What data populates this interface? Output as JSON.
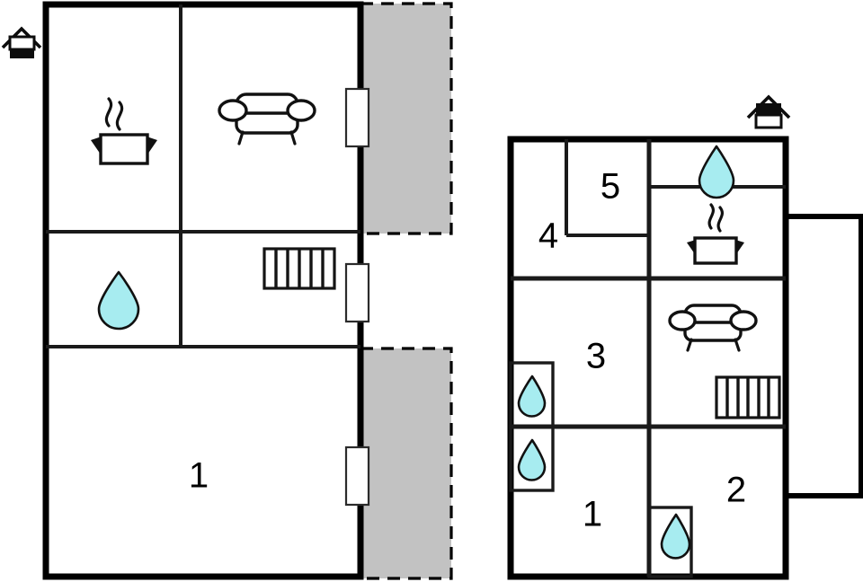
{
  "document": {
    "kind": "architectural-floor-plan",
    "title": "",
    "background_color": "#ffffff",
    "line_color": "#000000",
    "terrace_fill_color": "#c2c2c2",
    "water_drop_color": "#a7ecf0"
  },
  "plans": [
    {
      "id": "plan-left",
      "name": "left-floor-plan",
      "compass": {
        "name": "north-house-icon",
        "variant": "white-top-black-bottom",
        "label": ""
      },
      "rooms": [
        {
          "id": "L-kitchen",
          "label": "",
          "icon": "cooking-pot-icon"
        },
        {
          "id": "L-living",
          "label": "",
          "icon": "sofa-icon"
        },
        {
          "id": "L-bath",
          "label": "",
          "icon": "water-drop-icon"
        },
        {
          "id": "L-hall",
          "label": "",
          "icon": "radiator-icon"
        },
        {
          "id": "L-room-1",
          "label": "1",
          "icon": ""
        }
      ],
      "terraces": [
        {
          "id": "L-terrace-top",
          "label": "",
          "style": "dashed-grey"
        },
        {
          "id": "L-terrace-bottom",
          "label": "",
          "style": "dashed-grey"
        }
      ],
      "doors": [
        {
          "id": "L-door-top"
        },
        {
          "id": "L-door-mid"
        },
        {
          "id": "L-door-bottom"
        }
      ]
    },
    {
      "id": "plan-right",
      "name": "right-floor-plan",
      "compass": {
        "name": "north-house-icon",
        "variant": "black-top-white-bottom",
        "label": ""
      },
      "rooms": [
        {
          "id": "R-room-4",
          "label": "4",
          "icon": ""
        },
        {
          "id": "R-room-5",
          "label": "5",
          "icon": ""
        },
        {
          "id": "R-bath-top",
          "label": "",
          "icon": "water-drop-icon"
        },
        {
          "id": "R-kitchen",
          "label": "",
          "icon": "cooking-pot-icon"
        },
        {
          "id": "R-room-3",
          "label": "3",
          "icon": ""
        },
        {
          "id": "R-living",
          "label": "",
          "icon": "sofa-icon"
        },
        {
          "id": "R-hall-radiator",
          "label": "",
          "icon": "radiator-icon"
        },
        {
          "id": "R-room-1",
          "label": "1",
          "icon": ""
        },
        {
          "id": "R-room-2",
          "label": "2",
          "icon": ""
        },
        {
          "id": "R-closet-wc-upper",
          "label": "",
          "icon": "water-drop-icon"
        },
        {
          "id": "R-closet-wc-lower",
          "label": "",
          "icon": "water-drop-icon"
        },
        {
          "id": "R-closet-wc-bottom",
          "label": "",
          "icon": "water-drop-icon"
        }
      ],
      "extension": {
        "id": "R-extension",
        "label": "",
        "style": "solid-outline"
      }
    }
  ],
  "labels": {
    "left_room_1": "1",
    "right_room_1": "1",
    "right_room_2": "2",
    "right_room_3": "3",
    "right_room_4": "4",
    "right_room_5": "5"
  }
}
